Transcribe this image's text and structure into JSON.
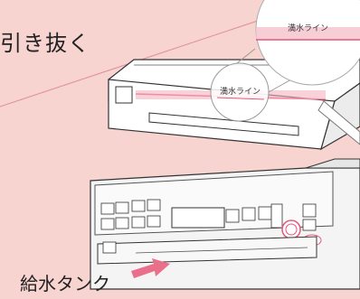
{
  "heading": {
    "text": "引き抜く"
  },
  "tank": {
    "label": "給水タンク"
  },
  "water_line": {
    "label_zoom": "満水ライン",
    "label_tank": "満水ライン"
  },
  "colors": {
    "background": "#f7d4d0",
    "accent": "#e8557a",
    "line": "#e08c9a"
  }
}
